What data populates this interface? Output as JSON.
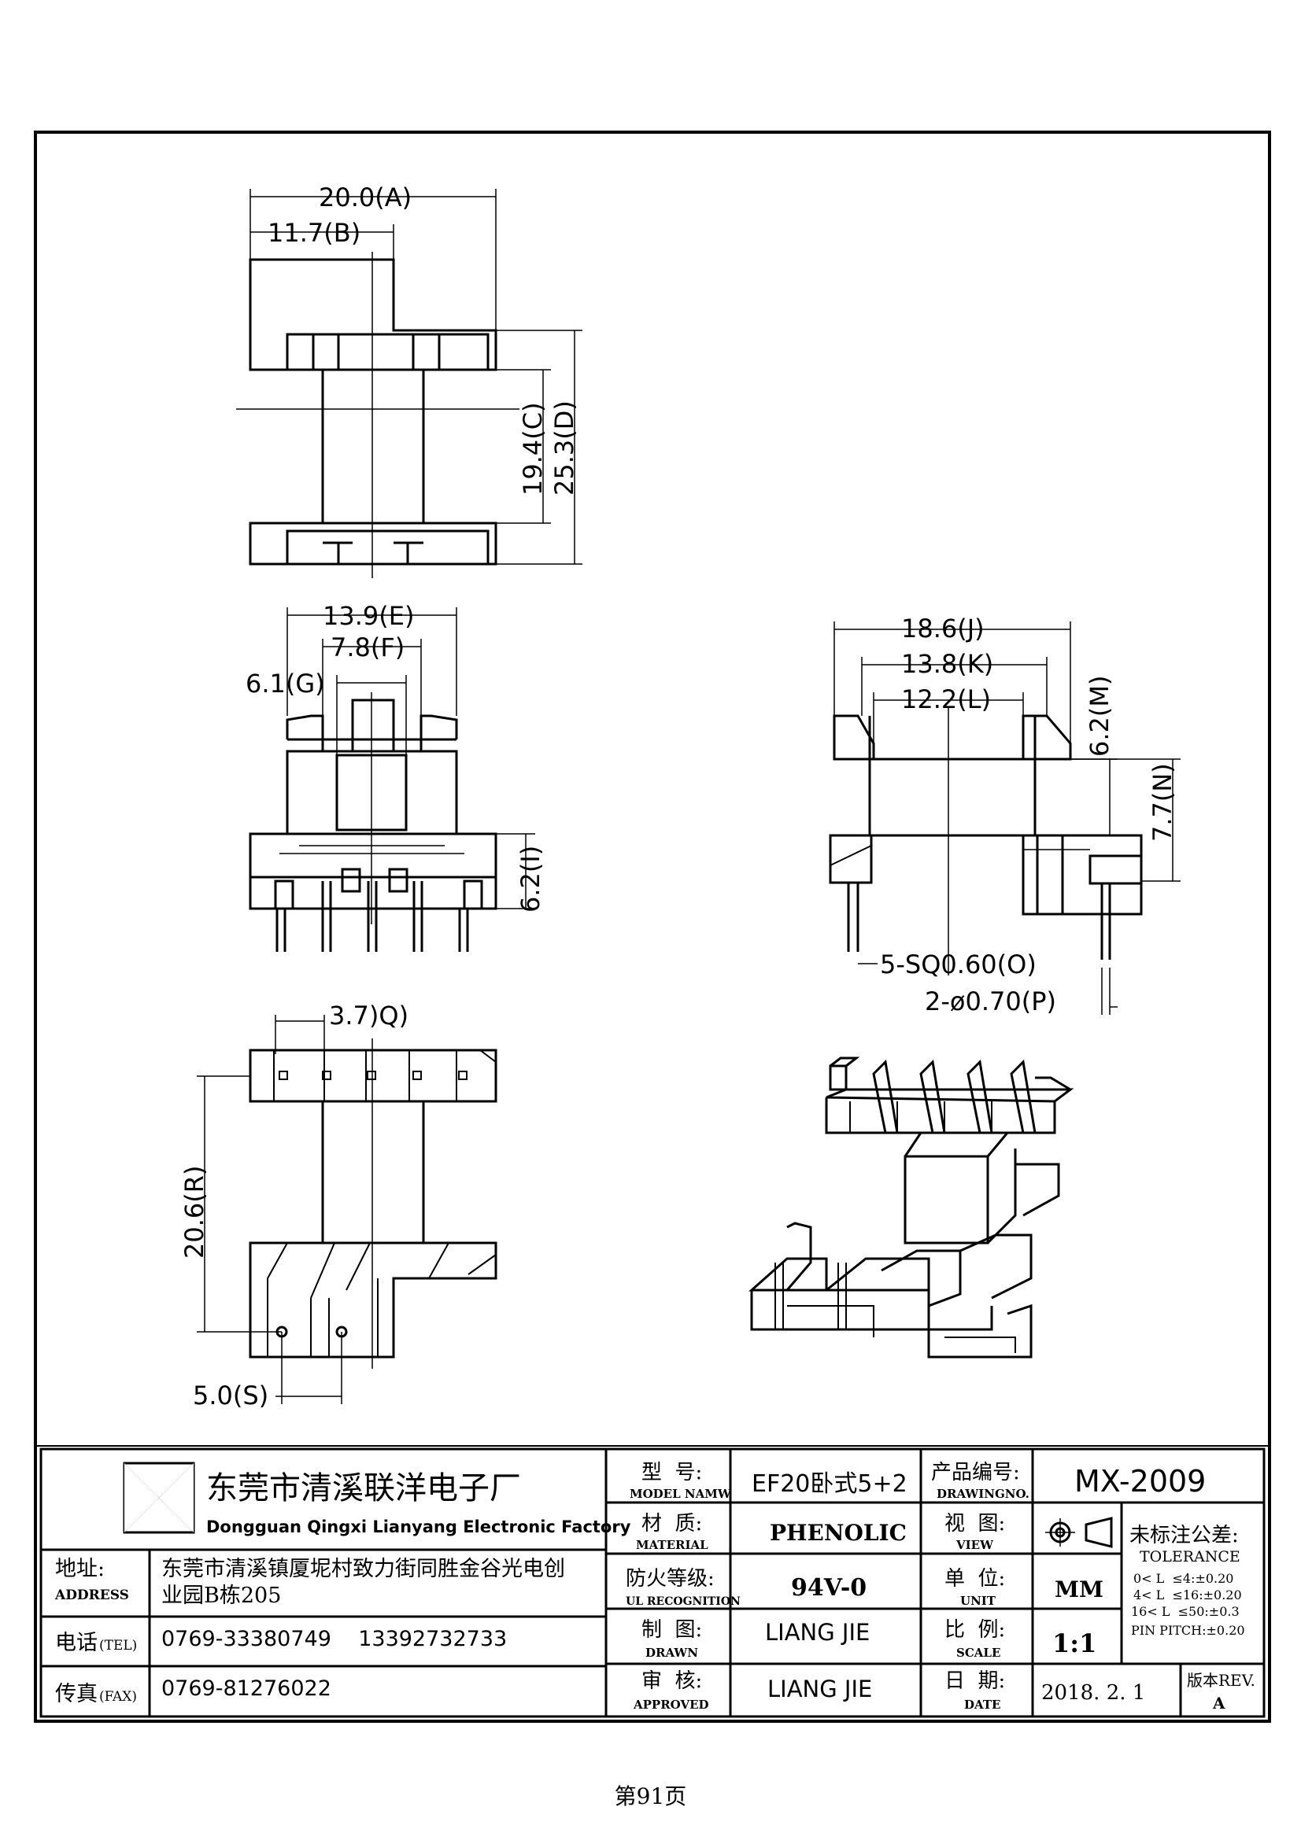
{
  "dimensions": {
    "A": "20.0(A)",
    "B": "11.7(B)",
    "C": "19.4(C)",
    "D": "25.3(D)",
    "E": "13.9(E)",
    "F": "7.8(F)",
    "G": "6.1(G)",
    "I": "6.2(I)",
    "J": "18.6(J)",
    "K": "13.8(K)",
    "L": "12.2(L)",
    "M": "6.2(M)",
    "N": "7.7(N)",
    "O": "5-SQ0.60(O)",
    "P": "2-ø0.70(P)",
    "Q": "3.7)Q)",
    "R": "20.6(R)",
    "S": "5.0(S)"
  },
  "title_block": {
    "company_cn": "东莞市清溪联洋电子厂",
    "company_en": "Dongguan Qingxi Lianyang Electronic Factory",
    "address_label_cn": "地址:",
    "address_label_en": "ADDRESS",
    "address_line1": "东莞市清溪镇厦坭村致力街同胜金谷光电创",
    "address_line2": "业园B栋205",
    "tel_label_cn": "电话",
    "tel_label_en": "(TEL)",
    "tel_value": "0769-33380749    13392732733",
    "fax_label_cn": "传真",
    "fax_label_en": "(FAX)",
    "fax_value": "0769-81276022",
    "model_label_cn": "型  号:",
    "model_label_en": "MODEL NAMW",
    "model_value": "EF20卧式5+2",
    "material_label_cn": "材  质:",
    "material_label_en": "MATERIAL",
    "material_value": "PHENOLIC",
    "ul_label_cn": "防火等级:",
    "ul_label_en": "UL RECOGNITION",
    "ul_value": "94V-0",
    "drawn_label_cn": "制  图:",
    "drawn_label_en": "DRAWN",
    "drawn_value": "LIANG JIE",
    "approved_label_cn": "审  核:",
    "approved_label_en": "APPROVED",
    "approved_value": "LIANG JIE",
    "drawing_no_label_cn": "产品编号:",
    "drawing_no_label_en": "DRAWINGNO.",
    "drawing_no_value": "MX-2009",
    "view_label_cn": "视  图:",
    "view_label_en": "VIEW",
    "unit_label_cn": "单  位:",
    "unit_label_en": "UNIT",
    "unit_value": "MM",
    "scale_label_cn": "比  例:",
    "scale_label_en": "SCALE",
    "scale_value": "1:1",
    "date_label_cn": "日  期:",
    "date_label_en": "DATE",
    "date_value": "2018. 2. 1",
    "tolerance_label_cn": "未标注公差:",
    "tolerance_label_en": "TOLERANCE",
    "tolerance_line1": "0< L  ≤4:±0.20",
    "tolerance_line2": "4< L  ≤16:±0.20",
    "tolerance_line3": "16< L  ≤50:±0.3",
    "tolerance_line4": "PIN PITCH:±0.20",
    "rev_label": "版本REV.",
    "rev_value": "A"
  },
  "footer": {
    "page": "第91页"
  }
}
